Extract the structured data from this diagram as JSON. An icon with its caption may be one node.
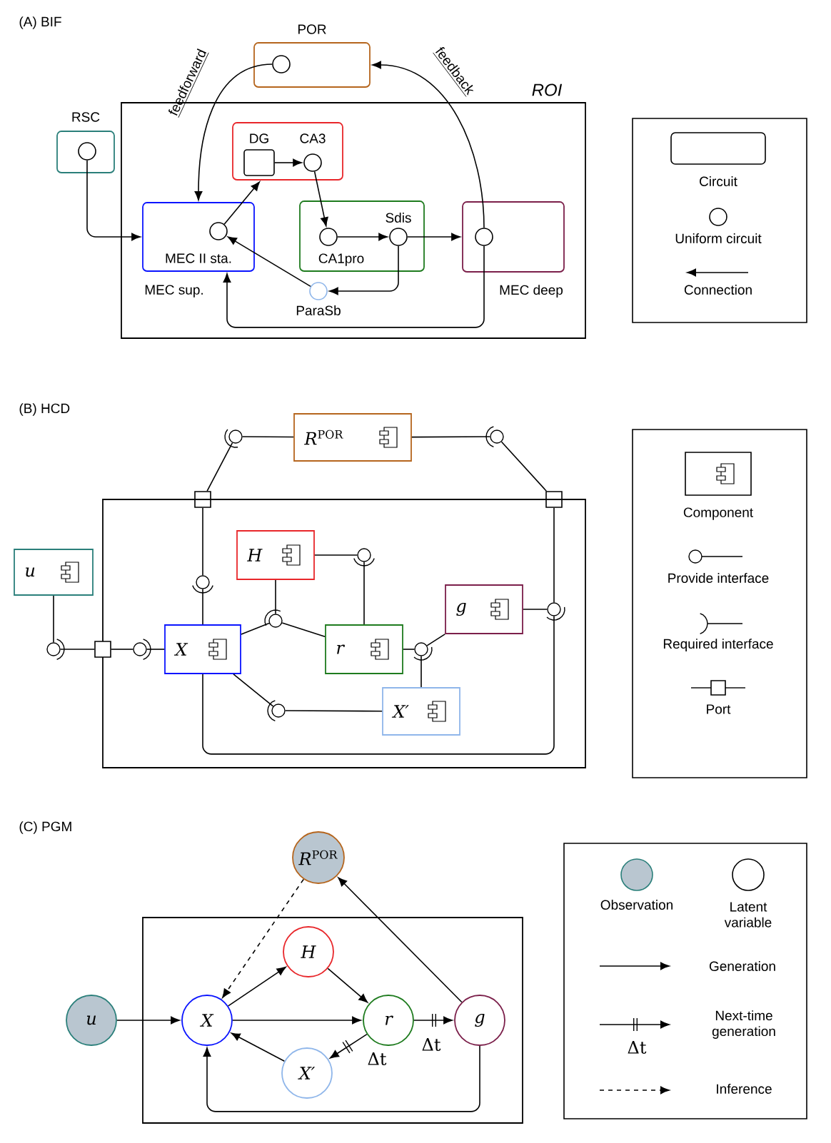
{
  "diagram": {
    "nodes": [
      {
        "text": [
          "POR"
        ]
      },
      {
        "text": [],
        "shape": "circle",
        "in": 0
      },
      {
        "text": [
          "ROI"
        ]
      },
      {
        "text": [
          "RSC"
        ]
      },
      {
        "text": [],
        "shape": "circle",
        "in": 3
      },
      {
        "text": [],
        "shape": "box",
        "in": 2
      },
      {
        "text": [
          "DG"
        ],
        "in": 5
      },
      {
        "text": [
          "CA3"
        ],
        "in": 5
      },
      {
        "text": [
          "MEC sup."
        ],
        "in": 2
      },
      {
        "text": [
          "MEC II sta."
        ],
        "in": 8
      },
      {
        "text": [],
        "shape": "box",
        "in": 2
      },
      {
        "text": [
          "CA1pro"
        ],
        "in": 10
      },
      {
        "text": [
          "Sdis"
        ],
        "in": 10
      },
      {
        "text": [
          "MEC deep"
        ],
        "in": 2
      },
      {
        "text": [],
        "shape": "circle",
        "in": 13
      },
      {
        "text": [
          "ParaSb"
        ],
        "in": 2
      },
      {
        "text": [
          "*R*$^{POR}$"
        ]
      },
      {
        "text": [],
        "shape": "circle"
      },
      {
        "text": [],
        "shape": "circle"
      },
      {
        "text": [],
        "shape": "box"
      },
      {
        "text": [],
        "shape": "box"
      },
      {
        "text": [],
        "shape": "box"
      },
      {
        "text": [
          "u"
        ]
      },
      {
        "text": [
          "H"
        ],
        "in": 21
      },
      {
        "text": [],
        "shape": "circle",
        "in": 21
      },
      {
        "text": [],
        "shape": "circle",
        "in": 21
      },
      {
        "text": [],
        "shape": "circle",
        "in": 21
      },
      {
        "text": [
          "g"
        ],
        "in": 21
      },
      {
        "text": [],
        "shape": "circle",
        "in": 21
      },
      {
        "text": [],
        "shape": "circle"
      },
      {
        "text": [],
        "shape": "box"
      },
      {
        "text": [],
        "shape": "circle",
        "in": 21
      },
      {
        "text": [
          "X"
        ],
        "in": 21
      },
      {
        "text": [
          "r"
        ],
        "in": 21
      },
      {
        "text": [],
        "shape": "circle",
        "in": 21
      },
      {
        "text": [],
        "shape": "circle",
        "in": 21
      },
      {
        "text": [
          "X′"
        ],
        "in": 21
      },
      {
        "text": [
          "*R*$^{POR}$"
        ]
      },
      {
        "text": [],
        "shape": "box"
      },
      {
        "text": [
          "H"
        ],
        "in": 38
      },
      {
        "text": [
          "u"
        ]
      },
      {
        "text": [
          "X"
        ],
        "in": 38
      },
      {
        "text": [
          "r"
        ],
        "in": 38
      },
      {
        "text": [
          "g"
        ],
        "in": 38
      },
      {
        "text": [
          "X′"
        ],
        "in": 38
      }
    ],
    "edges": [
      {
        "from": 1,
        "to": 8,
        "arrow": "to",
        "label": "feedforward"
      },
      {
        "from": 14,
        "to": 0,
        "arrow": "to",
        "label": "feedback"
      },
      {
        "from": 4,
        "to": 8,
        "arrow": "to"
      },
      {
        "from": 9,
        "to": 5,
        "arrow": "to"
      },
      {
        "from": 6,
        "to": 7,
        "arrow": "to"
      },
      {
        "from": 7,
        "to": 11,
        "arrow": "to"
      },
      {
        "from": 11,
        "to": 12,
        "arrow": "to"
      },
      {
        "from": 12,
        "to": 13,
        "arrow": "to"
      },
      {
        "from": 12,
        "to": 15,
        "arrow": "to"
      },
      {
        "from": 15,
        "to": 9,
        "arrow": "to"
      },
      {
        "from": 14,
        "to": 8,
        "arrow": "to"
      },
      {
        "from": 16,
        "to": 17,
        "arrow": "none"
      },
      {
        "from": 17,
        "to": 19,
        "arrow": "none"
      },
      {
        "from": 16,
        "to": 18,
        "arrow": "none"
      },
      {
        "from": 18,
        "to": 20,
        "arrow": "none"
      },
      {
        "from": 22,
        "to": 29,
        "arrow": "none"
      },
      {
        "from": 29,
        "to": 30,
        "arrow": "none"
      },
      {
        "from": 30,
        "to": 31,
        "arrow": "none"
      },
      {
        "from": 31,
        "to": 32,
        "arrow": "none"
      },
      {
        "from": 19,
        "to": 25,
        "arrow": "none"
      },
      {
        "from": 25,
        "to": 32,
        "arrow": "none"
      },
      {
        "from": 23,
        "to": 26,
        "arrow": "none"
      },
      {
        "from": 32,
        "to": 26,
        "arrow": "none"
      },
      {
        "from": 26,
        "to": 33,
        "arrow": "none"
      },
      {
        "from": 23,
        "to": 24,
        "arrow": "none"
      },
      {
        "from": 24,
        "to": 33,
        "arrow": "none"
      },
      {
        "from": 33,
        "to": 34,
        "arrow": "none"
      },
      {
        "from": 27,
        "to": 34,
        "arrow": "none"
      },
      {
        "from": 34,
        "to": 36,
        "arrow": "none"
      },
      {
        "from": 27,
        "to": 28,
        "arrow": "none"
      },
      {
        "from": 20,
        "to": 28,
        "arrow": "none"
      },
      {
        "from": 28,
        "to": 32,
        "arrow": "none"
      },
      {
        "from": 32,
        "to": 35,
        "arrow": "none"
      },
      {
        "from": 35,
        "to": 36,
        "arrow": "none"
      },
      {
        "from": 37,
        "to": 41,
        "arrow": "to",
        "style": "dashed"
      },
      {
        "from": 40,
        "to": 41,
        "arrow": "to"
      },
      {
        "from": 41,
        "to": 39,
        "arrow": "to"
      },
      {
        "from": 39,
        "to": 42,
        "arrow": "to"
      },
      {
        "from": 41,
        "to": 42,
        "arrow": "to"
      },
      {
        "from": 42,
        "to": 43,
        "arrow": "to",
        "label": "Δt"
      },
      {
        "from": 42,
        "to": 44,
        "arrow": "to",
        "label": "Δt"
      },
      {
        "from": 44,
        "to": 41,
        "arrow": "to"
      },
      {
        "from": 43,
        "to": 37,
        "arrow": "to"
      },
      {
        "from": 43,
        "to": 41,
        "arrow": "to"
      }
    ],
    "labels": [
      "(A) BIF",
      "(B) HCD",
      "(C) PGM",
      "Δt"
    ],
    "legend": [
      {
        "text": "Circuit"
      },
      {
        "text": "Uniform circuit"
      },
      {
        "text": "Connection"
      },
      {
        "text": "Component"
      },
      {
        "text": "Provide interface"
      },
      {
        "text": "Required interface"
      },
      {
        "text": "Port"
      },
      {
        "text": "Observation",
        "color": "#b9c6d0"
      },
      {
        "text": "Latent variable"
      },
      {
        "text": "Generation"
      },
      {
        "text": "Next-time generation"
      },
      {
        "text": "Inference"
      }
    ]
  }
}
